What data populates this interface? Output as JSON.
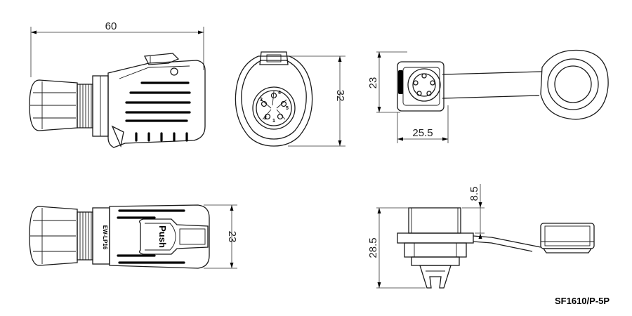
{
  "drawing": {
    "part_code": "SF1610/P-5P",
    "dimensions": {
      "overall_length": "60",
      "front_height": "32",
      "socket_height": "23",
      "socket_width": "25.5",
      "bottom_height": "23",
      "panel_height": "28.5",
      "panel_offset": "8.5"
    },
    "side_body_text": "EW-LP16",
    "push_label": "Push",
    "pin_numbers": [
      "1",
      "2",
      "3",
      "4",
      "5"
    ]
  }
}
